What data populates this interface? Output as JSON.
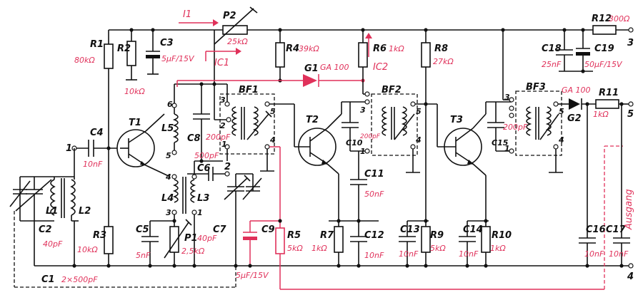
{
  "labels": {
    "R1": "R1",
    "R1_val": "80kΩ",
    "R2": "R2",
    "R2_val": "10kΩ",
    "C3": "C3",
    "C3_val": "5µF/15V",
    "I1": "I1",
    "P2": "P2",
    "P2_val": "25kΩ",
    "IC1": "IC1",
    "R4": "R4",
    "R4_val": "39kΩ",
    "R6": "R6",
    "R6_val": "1kΩ",
    "IC2": "IC2",
    "R8": "R8",
    "R8_val": "27kΩ",
    "R12": "R12",
    "R12_val": "300Ω",
    "C18": "C18",
    "C18_val": "25nF",
    "C19": "C19",
    "C19_val": "50µF/15V",
    "G1": "G1",
    "G1_type": "GA 100",
    "BF1": "BF1",
    "BF2": "BF2",
    "BF3": "BF3",
    "G2": "G2",
    "G2_type": "GA 100",
    "R11": "R11",
    "R11_val": "1kΩ",
    "T1": "T1",
    "T2": "T2",
    "T3": "T3",
    "C4": "C4",
    "C4_val": "10nF",
    "L1": "L1",
    "L2": "L2",
    "L3": "L3",
    "L4": "L4",
    "L5": "L5",
    "C8": "C8",
    "C8_val": "200pF",
    "C8_val2": "500pF",
    "C6": "C6",
    "C10": "C10",
    "C10_val": "200pF",
    "C15": "C15",
    "C15_val": "200pF",
    "C11": "C11",
    "C11_val": "50nF",
    "C2": "C2",
    "C2_val": "40pF",
    "R3": "R3",
    "R3_val": "10kΩ",
    "C5": "C5",
    "C5_val": "5nF",
    "P1": "P1",
    "P1_val": "2,5kΩ",
    "C7": "C7",
    "C7_val": "40pF",
    "C9": "C9",
    "C9_val": "5µF/15V",
    "R5": "R5",
    "R5_val": "5kΩ",
    "R7": "R7",
    "R7_val": "1kΩ",
    "C12": "C12",
    "C12_val": "10nF",
    "C13": "C13",
    "C13_val": "10nF",
    "R9": "R9",
    "R9_val": "5kΩ",
    "C14": "C14",
    "C14_val": "10nF",
    "R10": "R10",
    "R10_val": "1kΩ",
    "C16": "C16",
    "C16_val": "10nF",
    "C17": "C17",
    "C17_val": "10nF",
    "C1": "C1",
    "C1_val": "2×500pF",
    "Ausgang": "Ausgang"
  },
  "terminals": [
    "1",
    "2",
    "3",
    "4",
    "5"
  ],
  "pins": [
    "1",
    "2",
    "3",
    "4",
    "5",
    "6"
  ],
  "colors": {
    "ink": "#111111",
    "accent": "#e0315a"
  }
}
